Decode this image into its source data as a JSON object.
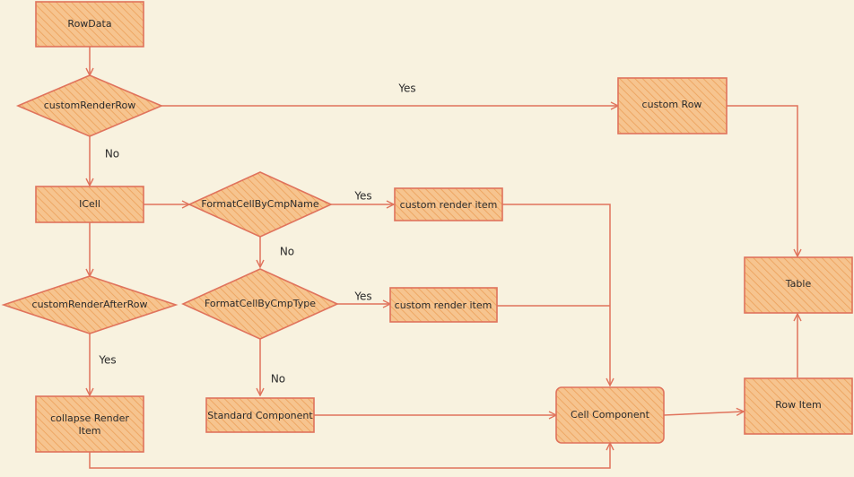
{
  "colors": {
    "background": "#f8f2df",
    "node_fill": "#f6c48f",
    "node_hatch": "#eea764",
    "stroke": "#e0735c",
    "text": "#2b2b2b"
  },
  "nodes": {
    "rowdata": "RowData",
    "custom_render_row": "customRenderRow",
    "custom_row": "custom Row",
    "icell": "ICell",
    "format_cell_by_cmp_name": "FormatCellByCmpName",
    "custom_render_item_1": "custom render item",
    "table": "Table",
    "custom_render_after_row": "customRenderAfterRow",
    "format_cell_by_cmp_type": "FormatCellByCmpType",
    "custom_render_item_2": "custom render item",
    "collapse_render_item_line1": "collapse Render",
    "collapse_render_item_line2": "Item",
    "standard_component": "Standard Component",
    "cell_component": "Cell Component",
    "row_item": "Row Item"
  },
  "edge_labels": {
    "custom_render_row_yes": "Yes",
    "custom_render_row_no": "No",
    "cmp_name_yes": "Yes",
    "cmp_name_no": "No",
    "cmp_type_yes": "Yes",
    "cmp_type_no": "No",
    "after_row_yes": "Yes"
  }
}
